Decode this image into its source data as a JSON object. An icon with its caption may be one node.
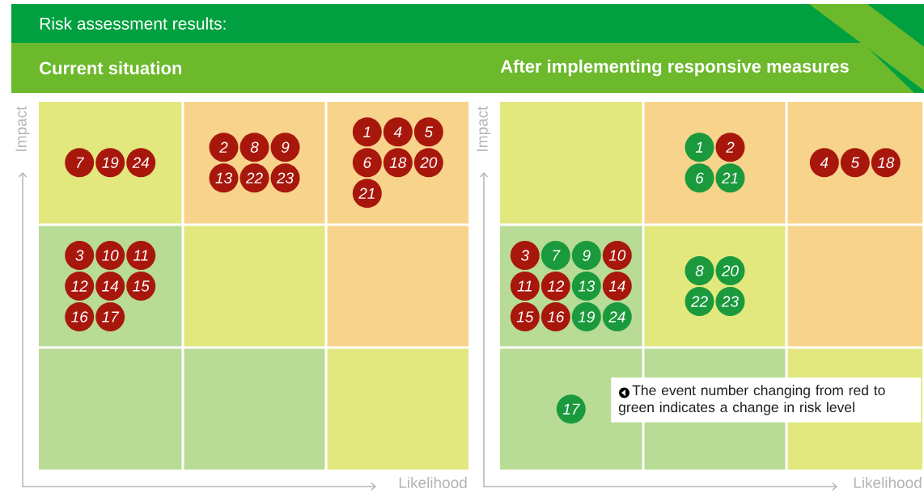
{
  "diagram": {
    "title": "Risk assessment results:",
    "nodes": [
      {
        "text": [],
        "shape": "box"
      },
      {
        "text": [],
        "shape": "box"
      },
      {
        "text": [],
        "shape": "box"
      },
      {
        "text": [],
        "shape": "box"
      },
      {
        "text": [],
        "shape": "box"
      },
      {
        "text": [],
        "shape": "box"
      },
      {
        "text": [],
        "shape": "box"
      },
      {
        "text": [],
        "shape": "box"
      },
      {
        "text": [],
        "shape": "box"
      },
      {
        "text": [],
        "shape": "box"
      },
      {
        "text": [],
        "shape": "box"
      },
      {
        "text": [],
        "shape": "box"
      },
      {
        "text": [],
        "shape": "box"
      },
      {
        "text": [],
        "shape": "box"
      },
      {
        "text": [],
        "shape": "box"
      },
      {
        "text": [],
        "shape": "box"
      },
      {
        "text": [],
        "shape": "box"
      },
      {
        "text": [],
        "shape": "box"
      },
      {
        "text": [
          "7"
        ],
        "in": 0
      },
      {
        "text": [
          "19"
        ],
        "in": 0
      },
      {
        "text": [
          "24"
        ],
        "in": 0
      },
      {
        "text": [
          "2"
        ],
        "in": 1
      },
      {
        "text": [
          "8"
        ],
        "in": 1
      },
      {
        "text": [
          "9"
        ],
        "in": 1
      },
      {
        "text": [
          "13"
        ],
        "in": 1
      },
      {
        "text": [
          "22"
        ],
        "in": 1
      },
      {
        "text": [
          "23"
        ],
        "in": 1
      },
      {
        "text": [
          "1"
        ],
        "in": 2
      },
      {
        "text": [
          "4"
        ],
        "in": 2
      },
      {
        "text": [
          "5"
        ],
        "in": 2
      },
      {
        "text": [
          "6"
        ],
        "in": 2
      },
      {
        "text": [
          "18"
        ],
        "in": 2
      },
      {
        "text": [
          "20"
        ],
        "in": 2
      },
      {
        "text": [
          "21"
        ],
        "in": 2
      },
      {
        "text": [
          "3"
        ],
        "in": 3
      },
      {
        "text": [
          "10"
        ],
        "in": 3
      },
      {
        "text": [
          "11"
        ],
        "in": 3
      },
      {
        "text": [
          "12"
        ],
        "in": 3
      },
      {
        "text": [
          "14"
        ],
        "in": 3
      },
      {
        "text": [
          "15"
        ],
        "in": 3
      },
      {
        "text": [
          "16"
        ],
        "in": 3
      },
      {
        "text": [
          "17"
        ],
        "in": 3
      },
      {
        "text": [
          "1"
        ],
        "in": 10
      },
      {
        "text": [
          "2"
        ],
        "in": 10
      },
      {
        "text": [
          "6"
        ],
        "in": 10
      },
      {
        "text": [
          "21"
        ],
        "in": 10
      },
      {
        "text": [
          "4"
        ],
        "in": 11
      },
      {
        "text": [
          "5"
        ],
        "in": 11
      },
      {
        "text": [
          "18"
        ],
        "in": 11
      },
      {
        "text": [
          "3"
        ],
        "in": 12
      },
      {
        "text": [
          "7"
        ],
        "in": 12
      },
      {
        "text": [
          "9"
        ],
        "in": 12
      },
      {
        "text": [
          "10"
        ],
        "in": 12
      },
      {
        "text": [
          "11"
        ],
        "in": 12
      },
      {
        "text": [
          "12"
        ],
        "in": 12
      },
      {
        "text": [
          "13"
        ],
        "in": 12
      },
      {
        "text": [
          "14"
        ],
        "in": 12
      },
      {
        "text": [
          "15"
        ],
        "in": 12
      },
      {
        "text": [
          "16"
        ],
        "in": 12
      },
      {
        "text": [
          "19"
        ],
        "in": 12
      },
      {
        "text": [
          "24"
        ],
        "in": 12
      },
      {
        "text": [
          "8"
        ],
        "in": 13
      },
      {
        "text": [
          "20"
        ],
        "in": 13
      },
      {
        "text": [
          "22"
        ],
        "in": 13
      },
      {
        "text": [
          "23"
        ],
        "in": 13
      },
      {
        "text": [
          "17"
        ],
        "in": 15
      },
      {
        "text": [
          "The event number changing from red to green indicates a change in risk level"
        ]
      }
    ],
    "labels": [
      "Current situation",
      "After implementing responsive measures",
      "Impact",
      "Likelihood",
      "Impact",
      "Likelihood"
    ]
  }
}
